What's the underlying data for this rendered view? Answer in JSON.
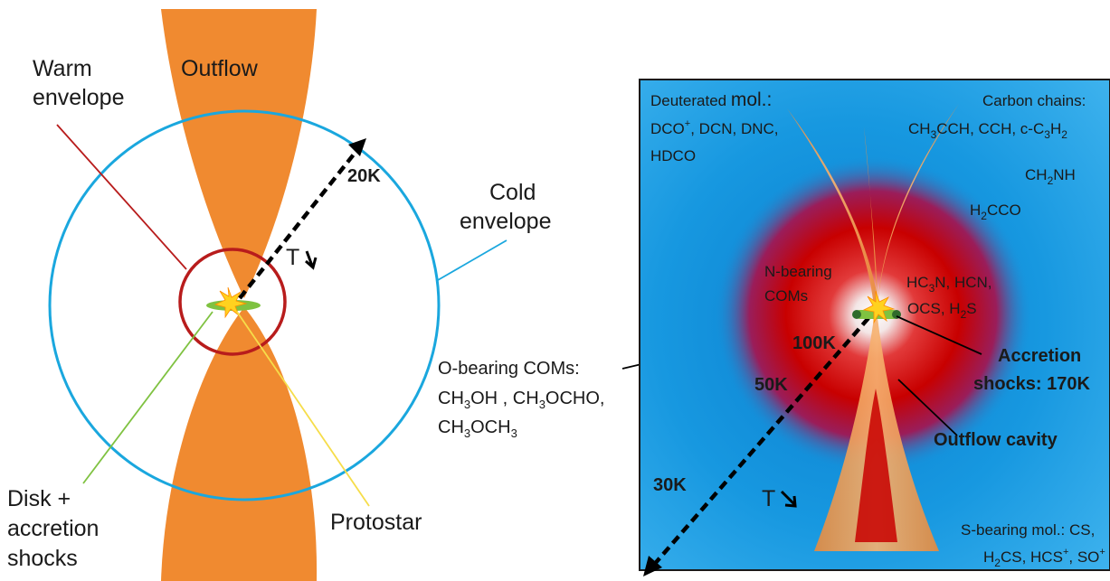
{
  "left_panel": {
    "outflow": "Outflow",
    "warm_envelope": [
      "Warm",
      "envelope"
    ],
    "cold_envelope": [
      "Cold",
      "envelope"
    ],
    "temp_20k": "20K",
    "t_arrow": "T",
    "disk": [
      "Disk +",
      "accretion",
      "shocks"
    ],
    "protostar": "Protostar",
    "o_bearing": {
      "title": "O-bearing COMs:",
      "line1_parts": [
        "CH",
        "3",
        "OH , CH",
        "3",
        "OCHO,"
      ],
      "line2_parts": [
        "CH",
        "3",
        "OCH",
        "3"
      ]
    }
  },
  "right_panel": {
    "deuterated_title_a": "Deuterated ",
    "deuterated_title_b": "mol.:",
    "deuterated_line1_parts": [
      "DCO",
      "+",
      ", DCN, DNC,"
    ],
    "deuterated_line2": "HDCO",
    "carbon_title": "Carbon chains:",
    "carbon_line_parts": [
      "CH",
      "3",
      "CCH, CCH, c-C",
      "3",
      "H",
      "2"
    ],
    "ch2nh_parts": [
      "CH",
      "2",
      "NH"
    ],
    "h2cco_parts": [
      "H",
      "2",
      "CCO"
    ],
    "n_bearing": [
      "N-bearing",
      "COMs"
    ],
    "hc3n_parts": [
      "HC",
      "3",
      "N, HCN,"
    ],
    "ocs_parts": [
      "OCS, H",
      "2",
      "S"
    ],
    "temp_100k": "100K",
    "temp_50k": "50K",
    "temp_30k": "30K",
    "t_arrow": "T",
    "accretion": [
      "Accretion",
      "shocks: 170K"
    ],
    "outflow_cavity": "Outflow cavity",
    "s_bearing_title": "S-bearing mol.: CS,",
    "s_bearing_line_parts": [
      "H",
      "2",
      "CS, HCS",
      "+",
      ",  SO",
      "+"
    ]
  },
  "colors": {
    "outflow": "#f08a30",
    "cold_envelope_ring": "#1aa7de",
    "warm_envelope_ring": "#b81c1c",
    "disk": "#7fc241",
    "protostar": "#ffd21f",
    "disk_line": "#7fc241",
    "protostar_line": "#f6dd4a",
    "warm_line": "#b81c1c",
    "cold_line": "#1aa7de",
    "panel_blue": "#1b9ee0",
    "hot_red": "#c40000"
  }
}
